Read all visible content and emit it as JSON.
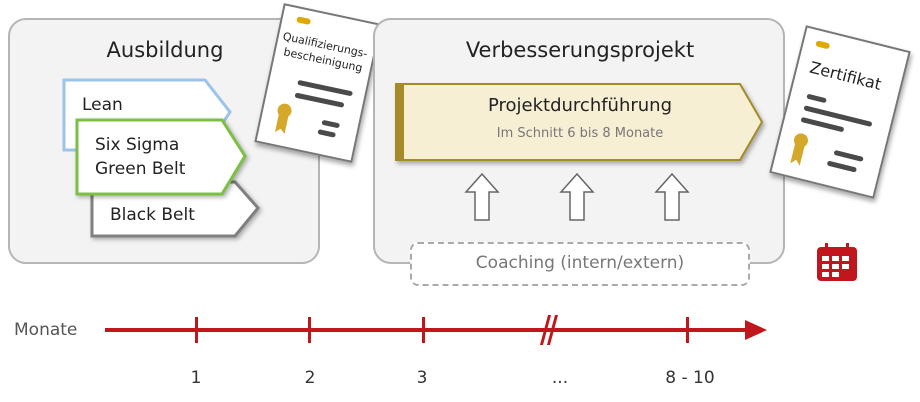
{
  "training": {
    "title": "Ausbildung",
    "levels": [
      {
        "label": "Lean",
        "color": "#9cc3ea"
      },
      {
        "label_line1": "Six Sigma",
        "label_line2": "Green Belt",
        "color": "#7cc043"
      },
      {
        "label": "Black Belt",
        "color": "#808080"
      }
    ],
    "certificate": {
      "title_line1": "Qualifizierungs-",
      "title_line2": "bescheinigung"
    }
  },
  "project": {
    "title": "Verbesserungsprojekt",
    "phase": {
      "title": "Projektdurchführung",
      "subtitle": "Im Schnitt 6 bis 8 Monate"
    },
    "coaching": "Coaching (intern/extern)"
  },
  "final_certificate": {
    "title": "Zertifikat"
  },
  "timeline": {
    "label": "Monate",
    "ticks": [
      "1",
      "2",
      "3",
      "...",
      "8 - 10"
    ],
    "color": "#c0161c"
  }
}
